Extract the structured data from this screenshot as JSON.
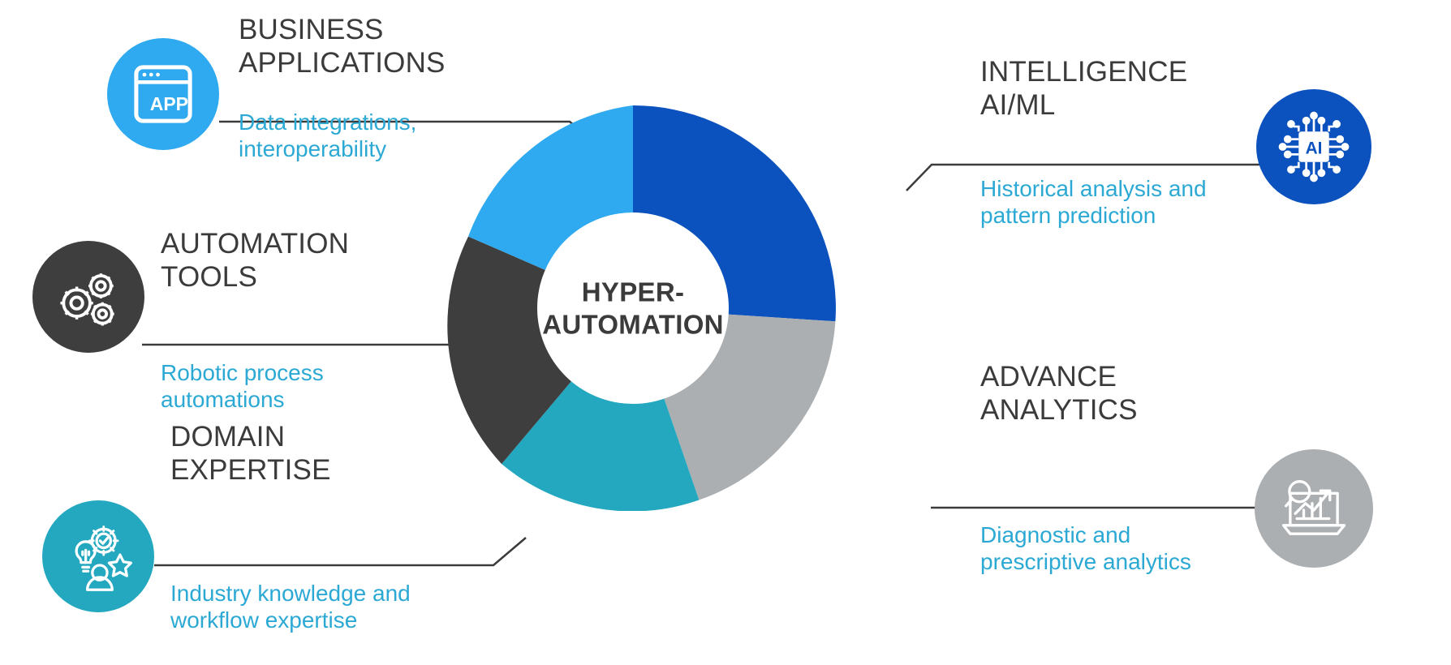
{
  "diagram": {
    "center_label": "HYPER-\nAUTOMATION",
    "colors": {
      "light_blue": "#2FA9F0",
      "dark_blue": "#0B52BE",
      "gray": "#ACAFB2",
      "teal": "#23A8C0",
      "charcoal": "#3E3E3E",
      "title_text": "#3b3b3b",
      "desc_text": "#2ba9d4",
      "connector": "#3b3b3b"
    }
  },
  "chart_data": {
    "type": "pie",
    "title": "HYPER-AUTOMATION",
    "subtype": "donut",
    "inner_radius_ratio": 0.47,
    "categories": [
      "Intelligence AI/ML",
      "Advance Analytics",
      "Domain Expertise",
      "Automation Tools",
      "Business Applications"
    ],
    "values": [
      20,
      20,
      20,
      20,
      20
    ],
    "colors": [
      "#0B52BE",
      "#ACAFB2",
      "#23A8C0",
      "#3E3E3E",
      "#2FA9F0"
    ],
    "start_angle_deg": 0,
    "legend": "external labels",
    "grid": false
  },
  "nodes": [
    {
      "id": "business-applications",
      "title": "BUSINESS\nAPPLICATIONS",
      "desc": "Data integrations,\ninteroperability",
      "icon": "app-window-icon",
      "icon_label": "APP",
      "icon_bg": "#2FA9F0",
      "side": "left"
    },
    {
      "id": "automation-tools",
      "title": "AUTOMATION\nTOOLS",
      "desc": "Robotic process\nautomations",
      "icon": "gears-icon",
      "icon_bg": "#3E3E3E",
      "side": "left"
    },
    {
      "id": "domain-expertise",
      "title": "DOMAIN\nEXPERTISE",
      "desc": "Industry knowledge and\nworkflow expertise",
      "icon": "expertise-icon",
      "icon_bg": "#23A8C0",
      "side": "left"
    },
    {
      "id": "intelligence-ai-ml",
      "title": "INTELLIGENCE\nAI/ML",
      "desc": "Historical analysis and\npattern prediction",
      "icon": "ai-chip-icon",
      "icon_label": "AI",
      "icon_bg": "#0B52BE",
      "side": "right"
    },
    {
      "id": "advance-analytics",
      "title": "ADVANCE\nANALYTICS",
      "desc": "Diagnostic and\nprescriptive analytics",
      "icon": "analytics-laptop-icon",
      "icon_bg": "#ACAFB2",
      "side": "right"
    }
  ]
}
